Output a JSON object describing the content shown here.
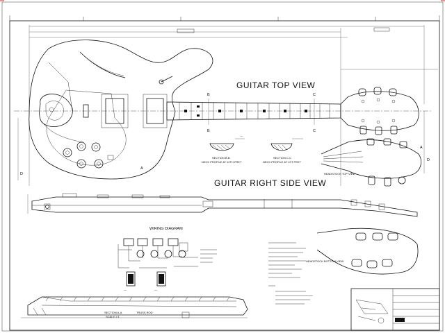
{
  "titles": {
    "top_view": "GUITAR TOP VIEW",
    "right_side_view": "GUITAR RIGHT SIDE VIEW",
    "headstock_top_view": "HEADSTOCK TOP VIEW",
    "headstock_bottom_view": "HEADSTOCK BOTTOM VIEW",
    "wiring_diagram": "WIRING DIAGRAM"
  },
  "sections": {
    "b_title": "SECTION B-B",
    "b_caption": "NECK PROFILE AT 12TH FRET",
    "c_title": "SECTION C-C",
    "c_caption": "NECK PROFILE AT 1ST FRET",
    "a_title": "SECTION A-A",
    "a_scale": "SCALE 2:1",
    "a_note": "TRUSS ROD"
  },
  "section_markers": {
    "a": "A",
    "b": "B",
    "c": "C",
    "d": "D"
  },
  "colors": {
    "ink": "#111111",
    "paper": "#ffffff",
    "corner_mark": "#d02020"
  }
}
